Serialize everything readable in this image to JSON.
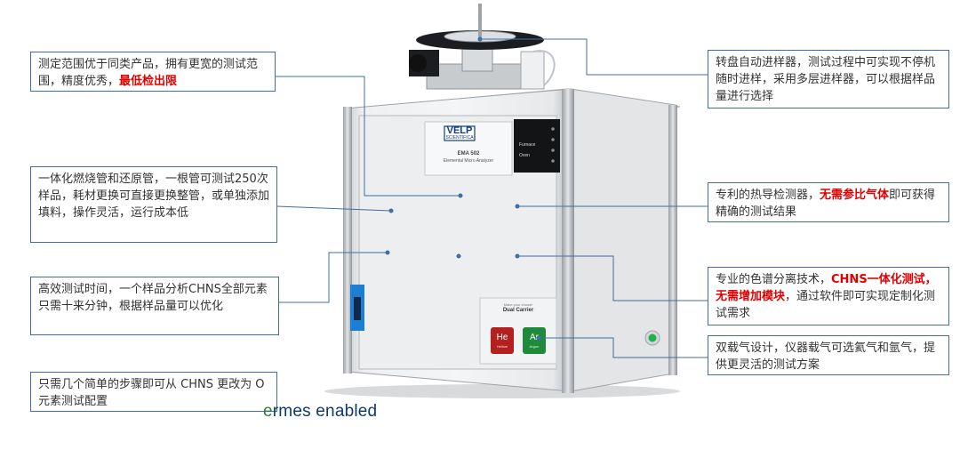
{
  "callouts": {
    "range": {
      "pre": "测定范围优于同类产品，拥有更宽的测试范围，精度优秀，",
      "highlight": "最低检出限",
      "post": ""
    },
    "tube": {
      "text": "一体化燃烧管和还原管，一根管可测试250次样品，耗材更换可直接更换整管，或单独添加填料，操作灵活，运行成本低"
    },
    "time": {
      "text": "高效测试时间，一个样品分析CHNS全部元素只需十来分钟，根据样品量可以优化"
    },
    "switch": {
      "text": "只需几个简单的步骤即可从 CHNS 更改为 O元素测试配置"
    },
    "sampler": {
      "text": "转盘自动进样器，测试过程中可实现不停机随时进样，采用多层进样器，可以根据样品量进行选择"
    },
    "detector": {
      "pre": "专利的热导检测器，",
      "highlight": "无需参比气体",
      "post": "即可获得精确的测试结果"
    },
    "chrom": {
      "pre": "专业的色谱分离技术，",
      "highlight": "CHNS一体化测试，无需增加模块",
      "post": "，通过软件即可实现定制化测试需求"
    },
    "carrier": {
      "text": "双载气设计，仪器载气可选氦气和氩气，提供更灵活的测试方案"
    }
  },
  "instrument": {
    "brand_top": "VELP",
    "brand_bottom": "SCIENTIFICA",
    "model": "EMA 502",
    "model_desc": "Elemental Micro Analyzer",
    "status_labels": [
      "Furnace",
      "Oven"
    ],
    "carrier_caption_1": "Make your choice!",
    "carrier_caption_2": "Dual Carrier",
    "gas_he": "He",
    "gas_he_sub": "Helium",
    "gas_ar": "Ar",
    "gas_ar_sub": "Argon"
  },
  "footer": {
    "brand_e": "e",
    "brand_rest": "rmes enabled"
  },
  "colors": {
    "callout_border": "#3d6fa6",
    "highlight": "#e00000",
    "he_red": "#b42020",
    "ar_green": "#1f8a3a",
    "side_blue": "#1d7fd4"
  }
}
